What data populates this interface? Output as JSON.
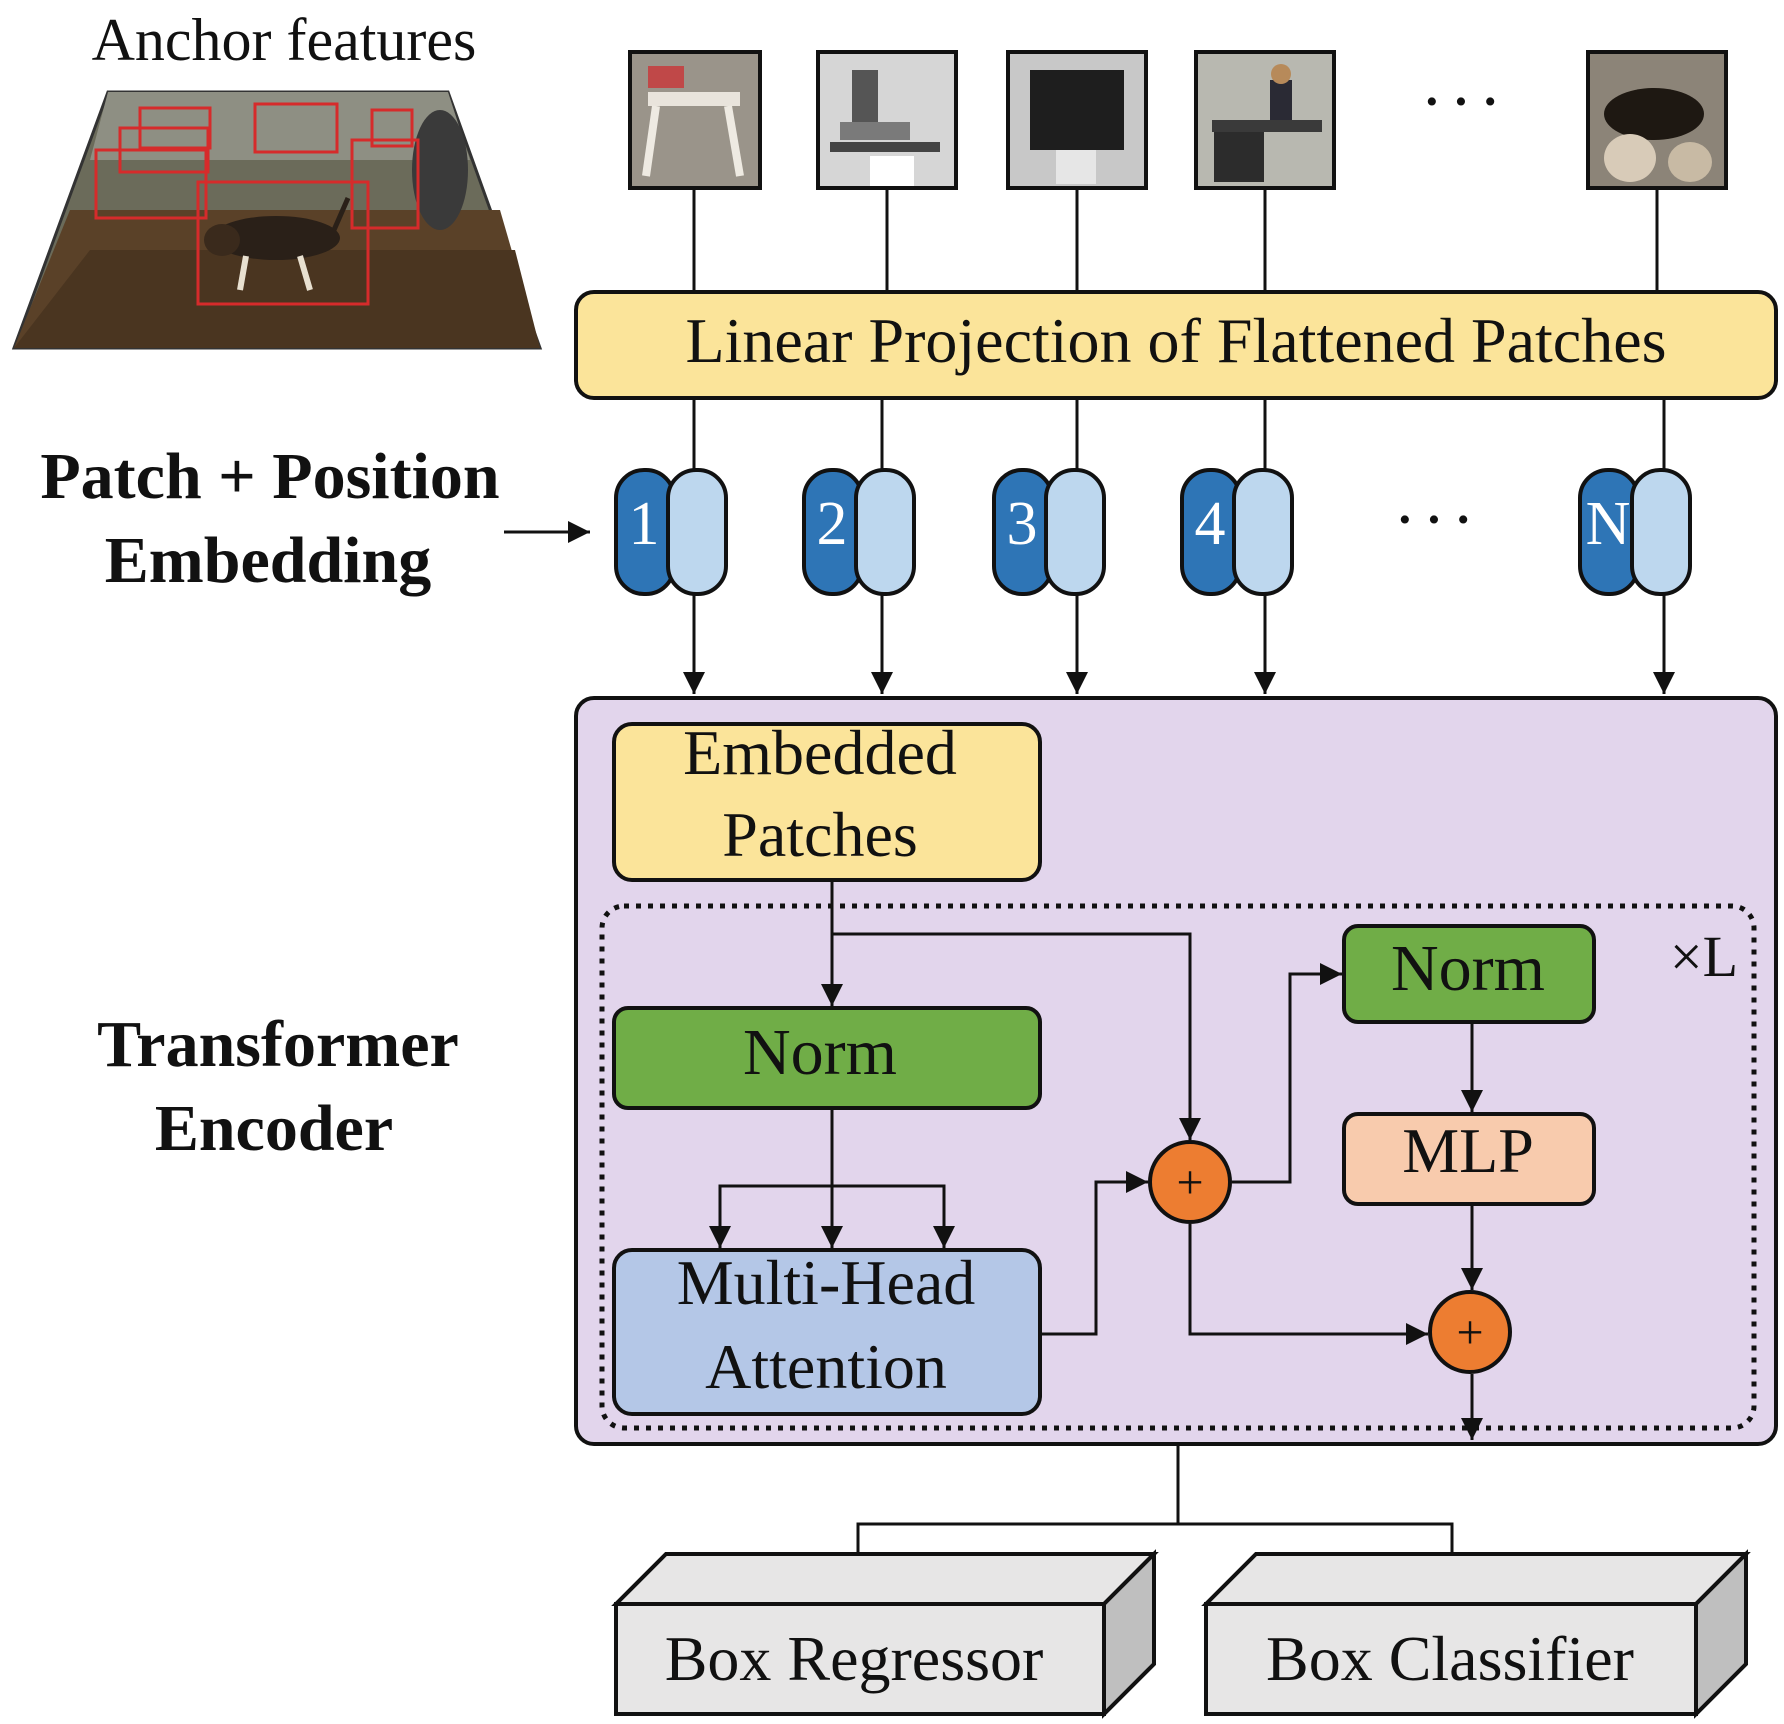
{
  "labels": {
    "anchor_features": "Anchor features",
    "linear_projection": "Linear Projection of Flattened Patches",
    "patch_position_line1": "Patch + Position",
    "patch_position_line2": "Embedding",
    "transformer_line1": "Transformer",
    "transformer_line2": "Encoder",
    "embedded_line1": "Embedded",
    "embedded_line2": "Patches",
    "norm_left": "Norm",
    "norm_right": "Norm",
    "mha_line1": "Multi-Head",
    "mha_line2": "Attention",
    "mlp": "MLP",
    "repeat": "×L",
    "plus_1": "+",
    "plus_2": "+",
    "ellipsis_patches": "· · ·",
    "ellipsis_tokens": "· · ·",
    "box_regressor": "Box Regressor",
    "box_classifier": "Box Classifier"
  },
  "tokens": [
    "1",
    "2",
    "3",
    "4",
    "N"
  ],
  "colors": {
    "projection_fill": "#fbe49a",
    "embedded_fill": "#fbe49a",
    "encoder_fill": "#e2d5ec",
    "norm_fill": "#70ad47",
    "mha_fill": "#b4c7e7",
    "mlp_fill": "#f8cbad",
    "plus_fill": "#ed7d31",
    "token_dark": "#2e75b6",
    "token_light": "#bdd7ee",
    "head_fill": "#e7e6e6",
    "head_side": "#bfbfbf"
  }
}
